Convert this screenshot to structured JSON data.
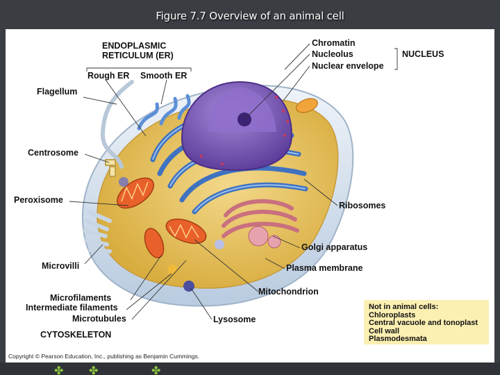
{
  "title": "Figure 7.7  Overview of an animal cell",
  "labels": {
    "er_heading_1": "ENDOPLASMIC",
    "er_heading_2": "RETICULUM (ER)",
    "rough_er": "Rough ER",
    "smooth_er": "Smooth ER",
    "flagellum": "Flagellum",
    "centrosome": "Centrosome",
    "peroxisome": "Peroxisome",
    "microvilli": "Microvilli",
    "microfilaments": "Microfilaments",
    "intermediate_filaments": "Intermediate filaments",
    "microtubules": "Microtubules",
    "cytoskeleton": "CYTOSKELETON",
    "chromatin": "Chromatin",
    "nucleolus": "Nucleolus",
    "nuclear_envelope": "Nuclear envelope",
    "nucleus": "NUCLEUS",
    "ribosomes": "Ribosomes",
    "golgi": "Golgi apparatus",
    "plasma_membrane": "Plasma membrane",
    "mitochondrion": "Mitochondrion",
    "lysosome": "Lysosome"
  },
  "note": {
    "heading": "Not in animal cells:",
    "items": [
      "Chloroplasts",
      "Central vacuole and tonoplast",
      "Cell wall",
      "Plasmodesmata"
    ]
  },
  "copyright": "Copyright © Pearson Education, Inc., publishing as Benjamin Cummings.",
  "colors": {
    "cytoplasm": "#e9c65a",
    "membrane": "#dfe9f2",
    "nucleus": "#7d4fb5",
    "er": "#4a7fc8",
    "golgi": "#d98b9a",
    "mitochondria": "#e8622a",
    "note_bg": "#fbefb2"
  }
}
